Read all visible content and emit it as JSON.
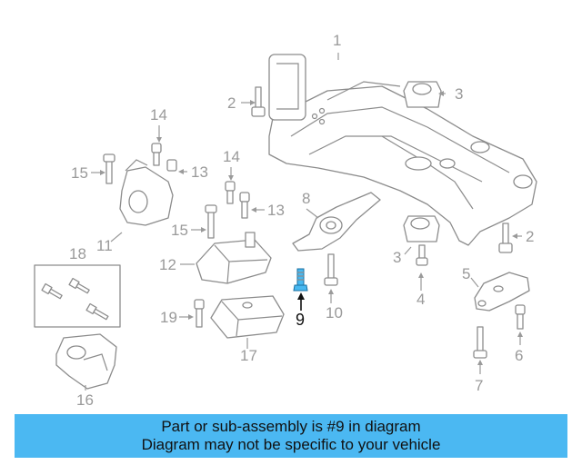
{
  "callouts": [
    "1",
    "2",
    "3",
    "4",
    "5",
    "6",
    "7",
    "8",
    "9",
    "10",
    "11",
    "12",
    "13",
    "14",
    "15",
    "16",
    "17",
    "18",
    "19"
  ],
  "highlighted_part": "9",
  "colors": {
    "highlight": "#48b8f0",
    "banner": "#4bb8f2",
    "linework": "#8c8c8c",
    "label": "#9a9a9a"
  },
  "banner": {
    "line1": "Part or sub-assembly is #9 in diagram",
    "line2": "Diagram may not be specific to your vehicle"
  }
}
